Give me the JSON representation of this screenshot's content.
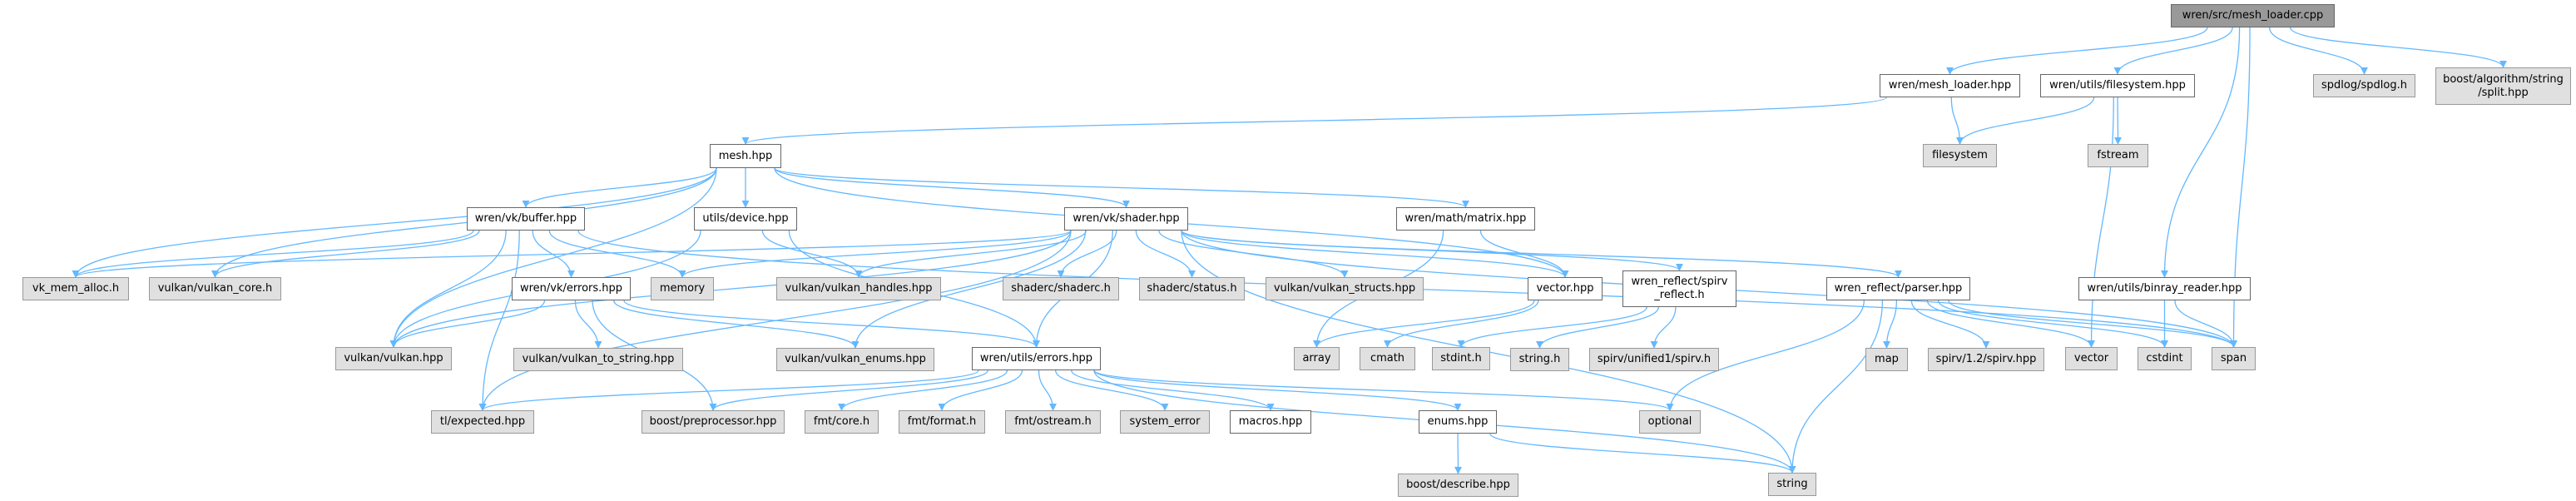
{
  "colors": {
    "edge": "#63b8ff",
    "root_fill": "#999999",
    "root_border": "#666666",
    "local_fill": "#ffffff",
    "local_border": "#666666",
    "external_fill": "#e0e0e0",
    "external_border": "#999999"
  },
  "graph": {
    "nodes": [
      {
        "id": "root",
        "label": "wren/src/mesh_loader.cpp",
        "kind": "root"
      },
      {
        "id": "mesh_loader_hpp",
        "label": "wren/mesh_loader.hpp",
        "kind": "local"
      },
      {
        "id": "filesystem_hpp",
        "label": "wren/utils/filesystem.hpp",
        "kind": "local"
      },
      {
        "id": "spdlog",
        "label": "spdlog/spdlog.h",
        "kind": "ext"
      },
      {
        "id": "split",
        "label": "boost/algorithm/string\n/split.hpp",
        "kind": "ext"
      },
      {
        "id": "filesystem",
        "label": "filesystem",
        "kind": "ext"
      },
      {
        "id": "fstream",
        "label": "fstream",
        "kind": "ext"
      },
      {
        "id": "mesh_hpp",
        "label": "mesh.hpp",
        "kind": "local"
      },
      {
        "id": "buffer_hpp",
        "label": "wren/vk/buffer.hpp",
        "kind": "local"
      },
      {
        "id": "device_hpp",
        "label": "utils/device.hpp",
        "kind": "local"
      },
      {
        "id": "shader_hpp",
        "label": "wren/vk/shader.hpp",
        "kind": "local"
      },
      {
        "id": "matrix_hpp",
        "label": "wren/math/matrix.hpp",
        "kind": "local"
      },
      {
        "id": "vk_mem_alloc",
        "label": "vk_mem_alloc.h",
        "kind": "ext"
      },
      {
        "id": "vulkan_core",
        "label": "vulkan/vulkan_core.h",
        "kind": "ext"
      },
      {
        "id": "vk_errors_hpp",
        "label": "wren/vk/errors.hpp",
        "kind": "local"
      },
      {
        "id": "memory",
        "label": "memory",
        "kind": "ext"
      },
      {
        "id": "vulkan_handles",
        "label": "vulkan/vulkan_handles.hpp",
        "kind": "ext"
      },
      {
        "id": "shaderc_h",
        "label": "shaderc/shaderc.h",
        "kind": "ext"
      },
      {
        "id": "shaderc_status",
        "label": "shaderc/status.h",
        "kind": "ext"
      },
      {
        "id": "vulkan_structs",
        "label": "vulkan/vulkan_structs.hpp",
        "kind": "ext"
      },
      {
        "id": "vector_hpp",
        "label": "vector.hpp",
        "kind": "local"
      },
      {
        "id": "spirv_reflect",
        "label": "wren_reflect/spirv\n_reflect.h",
        "kind": "local"
      },
      {
        "id": "parser_hpp",
        "label": "wren_reflect/parser.hpp",
        "kind": "local"
      },
      {
        "id": "binray_reader",
        "label": "wren/utils/binray_reader.hpp",
        "kind": "local"
      },
      {
        "id": "vulkan_hpp",
        "label": "vulkan/vulkan.hpp",
        "kind": "ext"
      },
      {
        "id": "vulkan_to_string",
        "label": "vulkan/vulkan_to_string.hpp",
        "kind": "ext"
      },
      {
        "id": "vulkan_enums",
        "label": "vulkan/vulkan_enums.hpp",
        "kind": "ext"
      },
      {
        "id": "utils_errors_hpp",
        "label": "wren/utils/errors.hpp",
        "kind": "local"
      },
      {
        "id": "array",
        "label": "array",
        "kind": "ext"
      },
      {
        "id": "cmath",
        "label": "cmath",
        "kind": "ext"
      },
      {
        "id": "stdint",
        "label": "stdint.h",
        "kind": "ext"
      },
      {
        "id": "string_h",
        "label": "string.h",
        "kind": "ext"
      },
      {
        "id": "spirv_unified",
        "label": "spirv/unified1/spirv.h",
        "kind": "ext"
      },
      {
        "id": "map",
        "label": "map",
        "kind": "ext"
      },
      {
        "id": "spirv12",
        "label": "spirv/1.2/spirv.hpp",
        "kind": "ext"
      },
      {
        "id": "vector",
        "label": "vector",
        "kind": "ext"
      },
      {
        "id": "cstdint",
        "label": "cstdint",
        "kind": "ext"
      },
      {
        "id": "span",
        "label": "span",
        "kind": "ext"
      },
      {
        "id": "expected",
        "label": "tl/expected.hpp",
        "kind": "ext"
      },
      {
        "id": "boost_pp",
        "label": "boost/preprocessor.hpp",
        "kind": "ext"
      },
      {
        "id": "fmt_core",
        "label": "fmt/core.h",
        "kind": "ext"
      },
      {
        "id": "fmt_format",
        "label": "fmt/format.h",
        "kind": "ext"
      },
      {
        "id": "fmt_ostream",
        "label": "fmt/ostream.h",
        "kind": "ext"
      },
      {
        "id": "system_error",
        "label": "system_error",
        "kind": "ext"
      },
      {
        "id": "macros_hpp",
        "label": "macros.hpp",
        "kind": "local"
      },
      {
        "id": "enums_hpp",
        "label": "enums.hpp",
        "kind": "local"
      },
      {
        "id": "optional",
        "label": "optional",
        "kind": "ext"
      },
      {
        "id": "boost_describe",
        "label": "boost/describe.hpp",
        "kind": "ext"
      },
      {
        "id": "string",
        "label": "string",
        "kind": "ext"
      }
    ],
    "edges": [
      [
        "root",
        "mesh_loader_hpp"
      ],
      [
        "root",
        "filesystem_hpp"
      ],
      [
        "root",
        "spdlog"
      ],
      [
        "root",
        "split"
      ],
      [
        "root",
        "binray_reader"
      ],
      [
        "root",
        "span"
      ],
      [
        "mesh_loader_hpp",
        "mesh_hpp"
      ],
      [
        "mesh_loader_hpp",
        "filesystem"
      ],
      [
        "filesystem_hpp",
        "filesystem"
      ],
      [
        "filesystem_hpp",
        "fstream"
      ],
      [
        "filesystem_hpp",
        "vector"
      ],
      [
        "mesh_hpp",
        "buffer_hpp"
      ],
      [
        "mesh_hpp",
        "device_hpp"
      ],
      [
        "mesh_hpp",
        "shader_hpp"
      ],
      [
        "mesh_hpp",
        "matrix_hpp"
      ],
      [
        "mesh_hpp",
        "vector_hpp"
      ],
      [
        "mesh_hpp",
        "vk_mem_alloc"
      ],
      [
        "mesh_hpp",
        "vulkan_core"
      ],
      [
        "mesh_hpp",
        "vulkan_hpp"
      ],
      [
        "buffer_hpp",
        "vk_mem_alloc"
      ],
      [
        "buffer_hpp",
        "vulkan_core"
      ],
      [
        "buffer_hpp",
        "vk_errors_hpp"
      ],
      [
        "buffer_hpp",
        "memory"
      ],
      [
        "buffer_hpp",
        "vulkan_hpp"
      ],
      [
        "buffer_hpp",
        "expected"
      ],
      [
        "buffer_hpp",
        "span"
      ],
      [
        "device_hpp",
        "vulkan_handles"
      ],
      [
        "device_hpp",
        "utils_errors_hpp"
      ],
      [
        "device_hpp",
        "vulkan_hpp"
      ],
      [
        "shader_hpp",
        "memory"
      ],
      [
        "shader_hpp",
        "vulkan_handles"
      ],
      [
        "shader_hpp",
        "shaderc_h"
      ],
      [
        "shader_hpp",
        "shaderc_status"
      ],
      [
        "shader_hpp",
        "vulkan_structs"
      ],
      [
        "shader_hpp",
        "vector_hpp"
      ],
      [
        "shader_hpp",
        "spirv_reflect"
      ],
      [
        "shader_hpp",
        "parser_hpp"
      ],
      [
        "shader_hpp",
        "vulkan_enums"
      ],
      [
        "shader_hpp",
        "utils_errors_hpp"
      ],
      [
        "shader_hpp",
        "vulkan_hpp"
      ],
      [
        "shader_hpp",
        "expected"
      ],
      [
        "shader_hpp",
        "string"
      ],
      [
        "shader_hpp",
        "span"
      ],
      [
        "shader_hpp",
        "vk_mem_alloc"
      ],
      [
        "matrix_hpp",
        "vector_hpp"
      ],
      [
        "matrix_hpp",
        "array"
      ],
      [
        "vector_hpp",
        "array"
      ],
      [
        "vector_hpp",
        "cmath"
      ],
      [
        "spirv_reflect",
        "stdint"
      ],
      [
        "spirv_reflect",
        "string_h"
      ],
      [
        "spirv_reflect",
        "spirv_unified"
      ],
      [
        "parser_hpp",
        "map"
      ],
      [
        "parser_hpp",
        "spirv12"
      ],
      [
        "parser_hpp",
        "vector"
      ],
      [
        "parser_hpp",
        "cstdint"
      ],
      [
        "parser_hpp",
        "span"
      ],
      [
        "parser_hpp",
        "optional"
      ],
      [
        "parser_hpp",
        "string"
      ],
      [
        "binray_reader",
        "cstdint"
      ],
      [
        "binray_reader",
        "span"
      ],
      [
        "vk_errors_hpp",
        "vulkan_hpp"
      ],
      [
        "vk_errors_hpp",
        "vulkan_to_string"
      ],
      [
        "vk_errors_hpp",
        "vulkan_enums"
      ],
      [
        "vk_errors_hpp",
        "utils_errors_hpp"
      ],
      [
        "vk_errors_hpp",
        "boost_pp"
      ],
      [
        "utils_errors_hpp",
        "expected"
      ],
      [
        "utils_errors_hpp",
        "boost_pp"
      ],
      [
        "utils_errors_hpp",
        "fmt_core"
      ],
      [
        "utils_errors_hpp",
        "fmt_format"
      ],
      [
        "utils_errors_hpp",
        "fmt_ostream"
      ],
      [
        "utils_errors_hpp",
        "system_error"
      ],
      [
        "utils_errors_hpp",
        "macros_hpp"
      ],
      [
        "utils_errors_hpp",
        "enums_hpp"
      ],
      [
        "utils_errors_hpp",
        "optional"
      ],
      [
        "utils_errors_hpp",
        "string"
      ],
      [
        "enums_hpp",
        "boost_describe"
      ],
      [
        "enums_hpp",
        "string"
      ]
    ]
  }
}
